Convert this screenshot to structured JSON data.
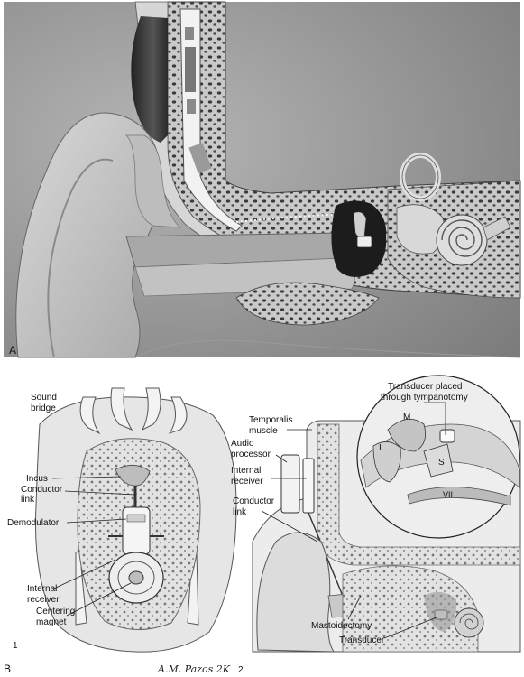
{
  "panel_a": {
    "letter": "A"
  },
  "panel_b": {
    "letter": "B",
    "left": {
      "number": "1",
      "labels": {
        "sound_bridge": [
          "Sound",
          "bridge"
        ],
        "incus": "Incus",
        "conductor_link": [
          "Conductor",
          "link"
        ],
        "demodulator": "Demodulator",
        "internal_receiver": [
          "Internal",
          "receiver"
        ],
        "centering_magnet": [
          "Centering",
          "magnet"
        ]
      }
    },
    "right": {
      "number": "2",
      "signature": "A.M. Pazos 2K",
      "labels": {
        "transducer_placed": [
          "Transducer placed",
          "through tympanotomy"
        ],
        "temporalis_muscle": [
          "Temporalis",
          "muscle"
        ],
        "audio_processor": [
          "Audio",
          "processor"
        ],
        "internal_receiver": [
          "Internal",
          "receiver"
        ],
        "conductor_link": [
          "Conductor",
          "link"
        ],
        "mastoidectomy": "Mastoidectomy",
        "transducer": "Transducer",
        "inset_m": "M",
        "inset_i": "I",
        "inset_s": "S",
        "inset_vii": "VII"
      }
    }
  },
  "colors": {
    "background": "#ffffff",
    "panel_a_bg": "#8a8a8a",
    "bone": "#b8b8b8",
    "ink": "#111111"
  }
}
